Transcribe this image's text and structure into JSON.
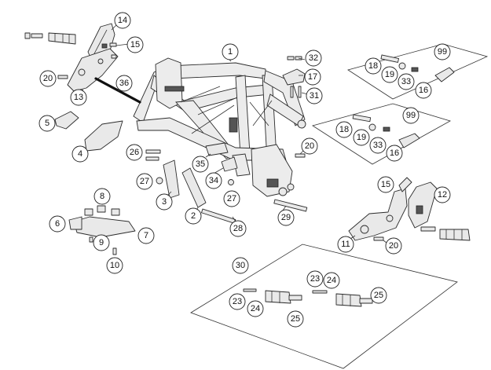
{
  "callouts": {
    "c1": "1",
    "c2": "2",
    "c3": "3",
    "c4": "4",
    "c5": "5",
    "c6": "6",
    "c7": "7",
    "c8": "8",
    "c9": "9",
    "c10": "10",
    "c11": "11",
    "c12": "12",
    "c13": "13",
    "c14": "14",
    "c15a": "15",
    "c15b": "15",
    "c16a": "16",
    "c16b": "16",
    "c17": "17",
    "c18a": "18",
    "c18b": "18",
    "c19a": "19",
    "c19b": "19",
    "c20a": "20",
    "c20b": "20",
    "c20c": "20",
    "c23a": "23",
    "c23b": "23",
    "c24a": "24",
    "c24b": "24",
    "c25a": "25",
    "c25b": "25",
    "c26": "26",
    "c27a": "27",
    "c27b": "27",
    "c28": "28",
    "c29": "29",
    "c30": "30",
    "c31": "31",
    "c32": "32",
    "c33a": "33",
    "c33b": "33",
    "c34": "34",
    "c35": "35",
    "c36": "36",
    "c99a": "99",
    "c99b": "99"
  }
}
